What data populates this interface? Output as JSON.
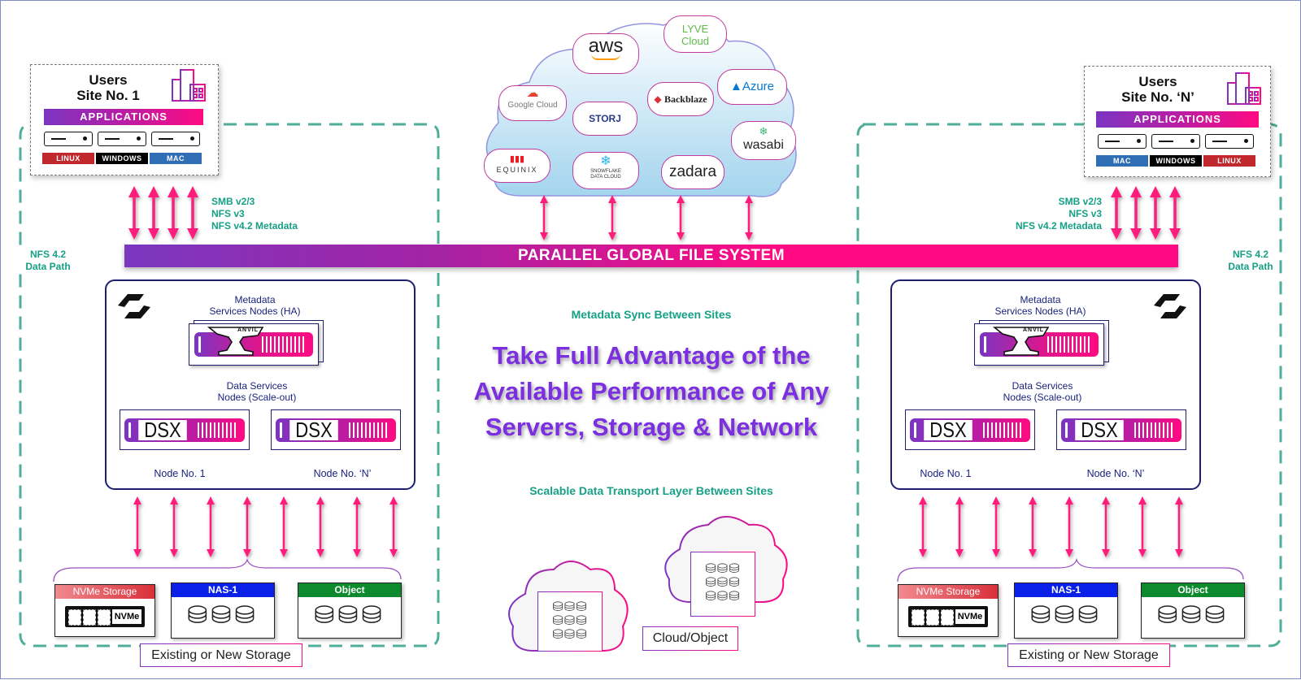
{
  "colors": {
    "accent_pink": "#ff1f7d",
    "accent_purple": "#7b35c1",
    "teal": "#16a085",
    "frame_dash": "#4fae9a",
    "navy": "#1f1d6e",
    "linux": "#c0282d",
    "windows": "#000000",
    "mac": "#2f6db5",
    "nas": "#0a1fe8",
    "object": "#0e8a2e",
    "nvme": "#d9303a"
  },
  "sites": {
    "left": {
      "title_line1": "Users",
      "title_line2": "Site No. 1",
      "applications_label": "APPLICATIONS",
      "os_labels": [
        "LINUX",
        "WINDOWS",
        "MAC"
      ],
      "protocols": [
        "SMB v2/3",
        "NFS v3",
        "NFS v4.2 Metadata"
      ],
      "nfs_data_path": [
        "NFS 4.2",
        "Data Path"
      ]
    },
    "right": {
      "title_line1": "Users",
      "title_line2": "Site No. ‘N’",
      "applications_label": "APPLICATIONS",
      "os_labels": [
        "MAC",
        "WINDOWS",
        "LINUX"
      ],
      "protocols": [
        "SMB v2/3",
        "NFS v3",
        "NFS v4.2 Metadata"
      ],
      "nfs_data_path": [
        "NFS 4.2",
        "Data Path"
      ]
    }
  },
  "cloud_providers": [
    "Google Cloud",
    "aws",
    "STORJ",
    "LYVE Cloud",
    "Backblaze",
    "Azure",
    "wasabi",
    "EQUINIX",
    "SNOWFLAKE DATA CLOUD",
    "zadara"
  ],
  "pgfs_label": "PARALLEL GLOBAL FILE SYSTEM",
  "node_panel": {
    "metadata_title": [
      "Metadata",
      "Services Nodes (HA)"
    ],
    "anvil_label": "ANVIL",
    "data_title": [
      "Data Services",
      "Nodes (Scale-out)"
    ],
    "dsx_label": "DSX",
    "node_first": "Node No. 1",
    "node_last": "Node No. ‘N’"
  },
  "center": {
    "metadata_sync": "Metadata Sync Between Sites",
    "headline": [
      "Take Full Advantage of the",
      "Available Performance of Any",
      "Servers, Storage & Network"
    ],
    "transport": "Scalable Data Transport Layer Between Sites",
    "cloud_object": "Cloud/Object"
  },
  "storage": {
    "nvme_title": "NVMe Storage",
    "nvme_chip": "NVMe",
    "nas_title": "NAS-1",
    "object_title": "Object",
    "footer": "Existing or New Storage"
  }
}
